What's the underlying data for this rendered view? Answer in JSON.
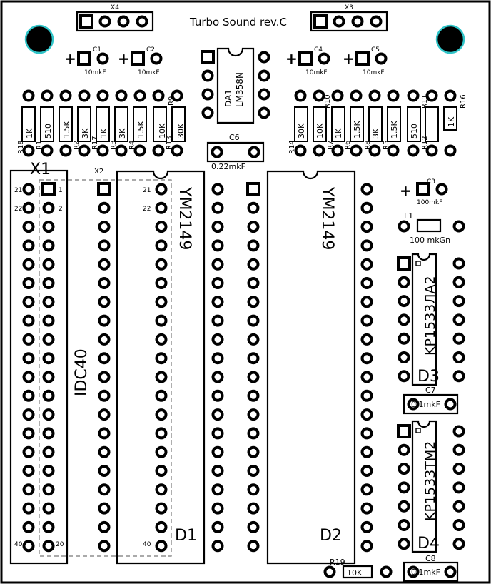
{
  "title": "Turbo Sound rev.C",
  "colors": {
    "background": "#ffffff",
    "ink": "#000000",
    "pad_ring": "#000000",
    "mount_ring": "#2fc4c8"
  },
  "connectors": {
    "x4": "X4",
    "x3": "X3",
    "x1": "X1",
    "x2": "X2",
    "idc": "IDC40",
    "pin_labels": {
      "p21": "21",
      "p22": "22",
      "p40": "40",
      "p1": "1",
      "p2": "2",
      "p20": "20"
    }
  },
  "caps": {
    "c1": {
      "ref": "C1",
      "value": "10mkF"
    },
    "c2": {
      "ref": "C2",
      "value": "10mkF"
    },
    "c4": {
      "ref": "C4",
      "value": "10mkF"
    },
    "c5": {
      "ref": "C5",
      "value": "10mkF"
    },
    "c3": {
      "ref": "C3",
      "value": "100mkF"
    },
    "c6": {
      "ref": "C6",
      "value": "0.22mkF"
    },
    "c7": {
      "ref": "C7",
      "value": "0.1mkF"
    },
    "c8": {
      "ref": "C8",
      "value": "0.1mkF"
    },
    "plus": "+"
  },
  "da1": {
    "ref": "DA1",
    "part": "LM358N"
  },
  "resistors_left": {
    "values": [
      "1K",
      "510",
      "1.5K",
      "3K",
      "1K",
      "3K",
      "1.5K",
      "10K",
      "30K"
    ],
    "refs": [
      "R18",
      "R1",
      "R2",
      "R17",
      "R3",
      "R4",
      "R13",
      "R9"
    ]
  },
  "resistors_right": {
    "values": [
      "30K",
      "10K",
      "1K",
      "1.5K",
      "3K",
      "1.5K",
      "510",
      "1K"
    ],
    "refs": [
      "R14",
      "R10",
      "R7",
      "R6",
      "R8",
      "R5",
      "R11",
      "R12",
      "R16"
    ]
  },
  "d1": {
    "ref": "D1",
    "part": "YM2149",
    "pin21": "21",
    "pin22": "22",
    "pin40": "40"
  },
  "d2": {
    "ref": "D2",
    "part": "YM2149"
  },
  "d3": {
    "ref": "D3",
    "part": "KP1533ЛА2"
  },
  "d4": {
    "ref": "D4",
    "part": "KP1533TM2"
  },
  "l1": {
    "ref": "L1",
    "value": "100 mkGn"
  },
  "r19": {
    "ref": "R19",
    "value": "10K"
  }
}
